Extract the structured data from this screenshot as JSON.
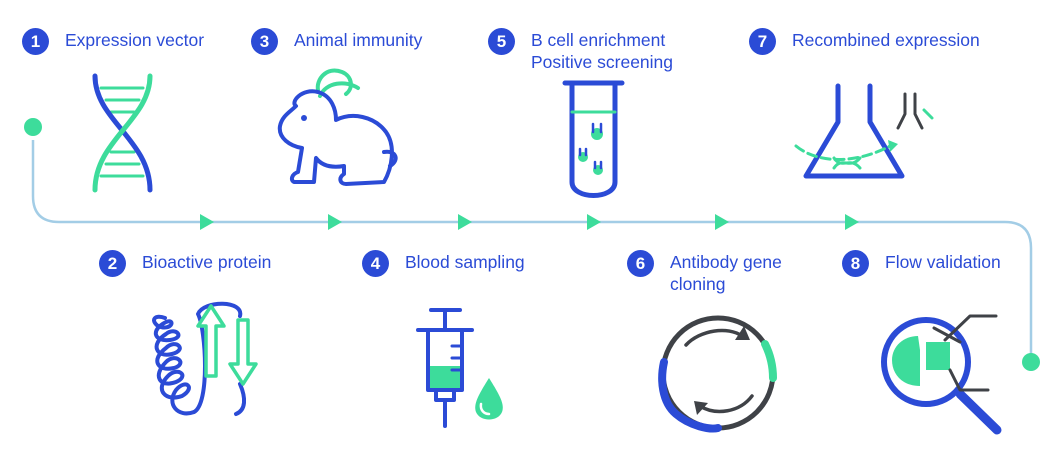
{
  "colors": {
    "blue": "#2b4bd6",
    "green": "#3ddc9b",
    "line": "#a3cde6",
    "dark": "#3f4247"
  },
  "steps": [
    {
      "number": "1",
      "label": "Expression vector",
      "icon": "dna-icon"
    },
    {
      "number": "2",
      "label": "Bioactive protein",
      "icon": "protein-structure-icon"
    },
    {
      "number": "3",
      "label": "Animal immunity",
      "icon": "rabbit-icon"
    },
    {
      "number": "4",
      "label": "Blood sampling",
      "icon": "syringe-icon"
    },
    {
      "number": "5",
      "label": "B cell enrichment",
      "label2": "Positive screening",
      "icon": "test-tube-icon"
    },
    {
      "number": "6",
      "label": "Antibody gene",
      "label2": "cloning",
      "icon": "plasmid-icon"
    },
    {
      "number": "7",
      "label": "Recombined expression",
      "icon": "flask-icon"
    },
    {
      "number": "8",
      "label": "Flow validation",
      "icon": "magnifier-chart-icon"
    }
  ]
}
